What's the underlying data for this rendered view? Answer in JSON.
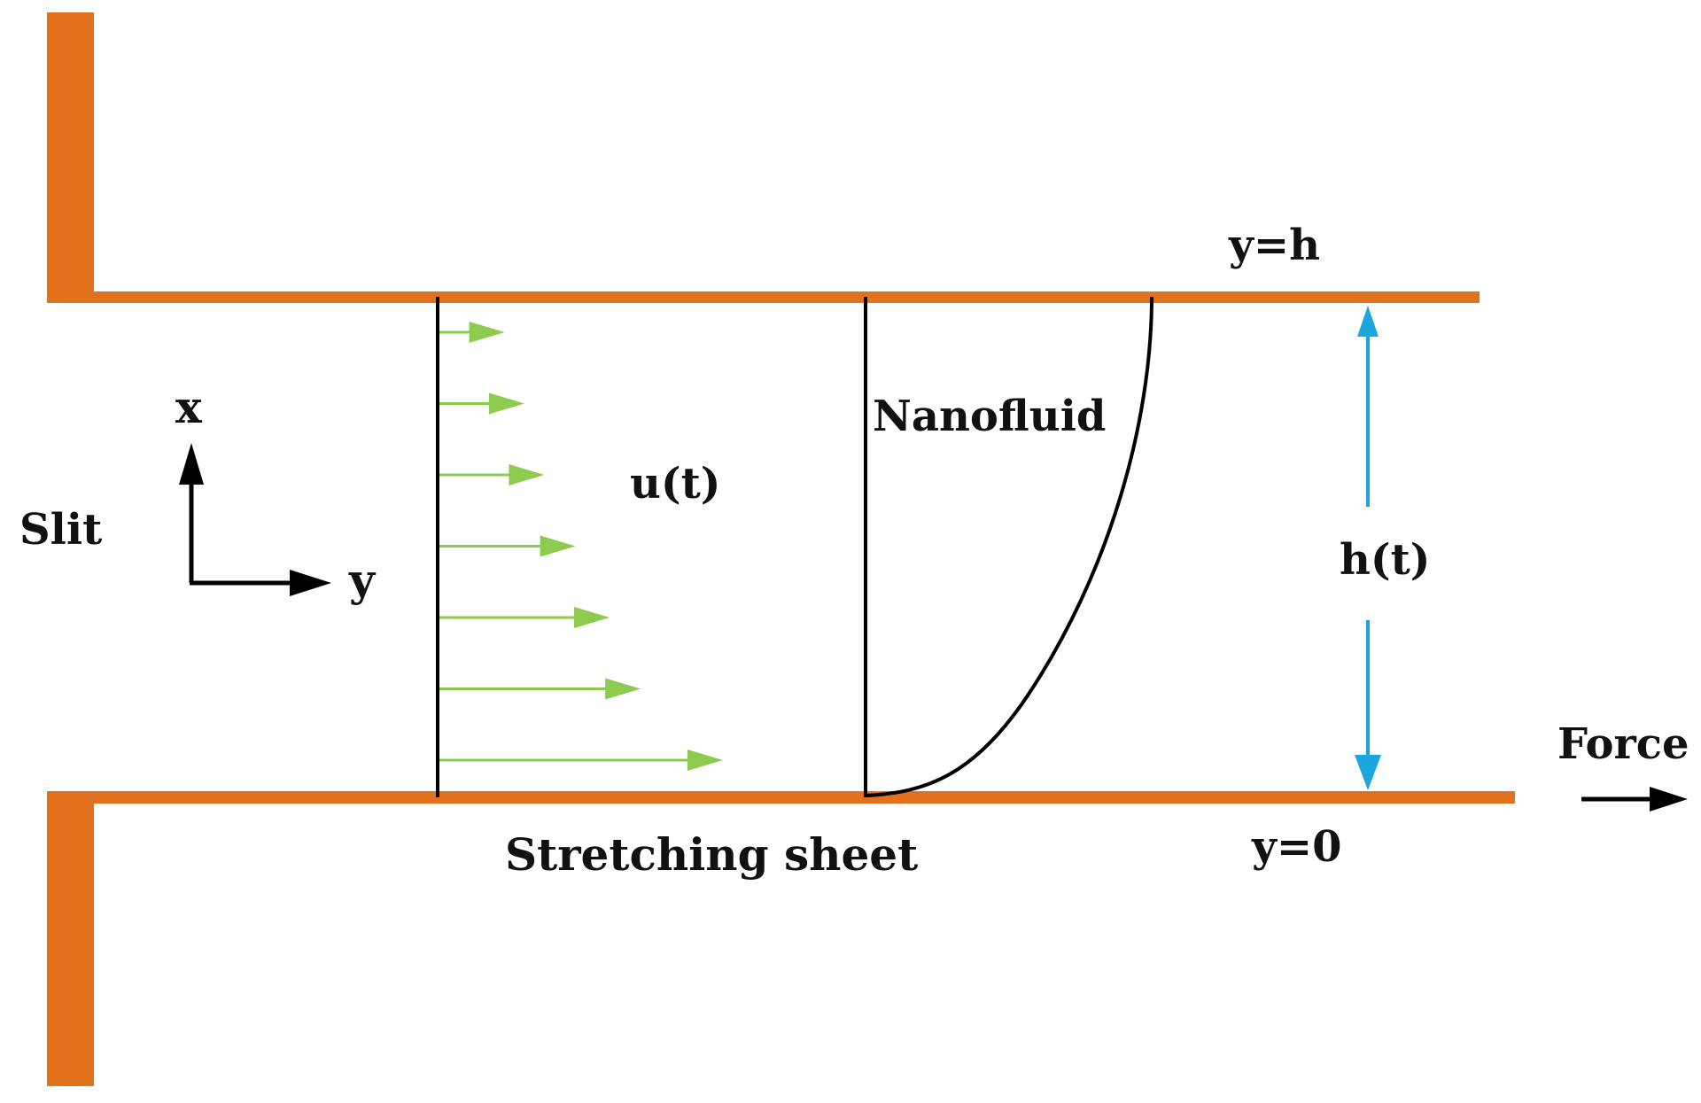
{
  "labels": {
    "y_top": "y=h",
    "y_bottom": "y=0",
    "slit": "Slit",
    "axis_x": "x",
    "axis_y": "y",
    "velocity": "u(t)",
    "fluid": "Nanofluid",
    "gap": "h(t)",
    "force": "Force",
    "sheet": "Stretching sheet"
  },
  "colors": {
    "plate": "#E2701C",
    "velocity_arrow": "#8CCB4E",
    "gap_arrow": "#1CA6E0",
    "line": "#000000",
    "background": "#FFFFFF"
  },
  "velocity_profile": {
    "relative_lengths": [
      0.23,
      0.3,
      0.37,
      0.48,
      0.6,
      0.71,
      1.0
    ]
  }
}
